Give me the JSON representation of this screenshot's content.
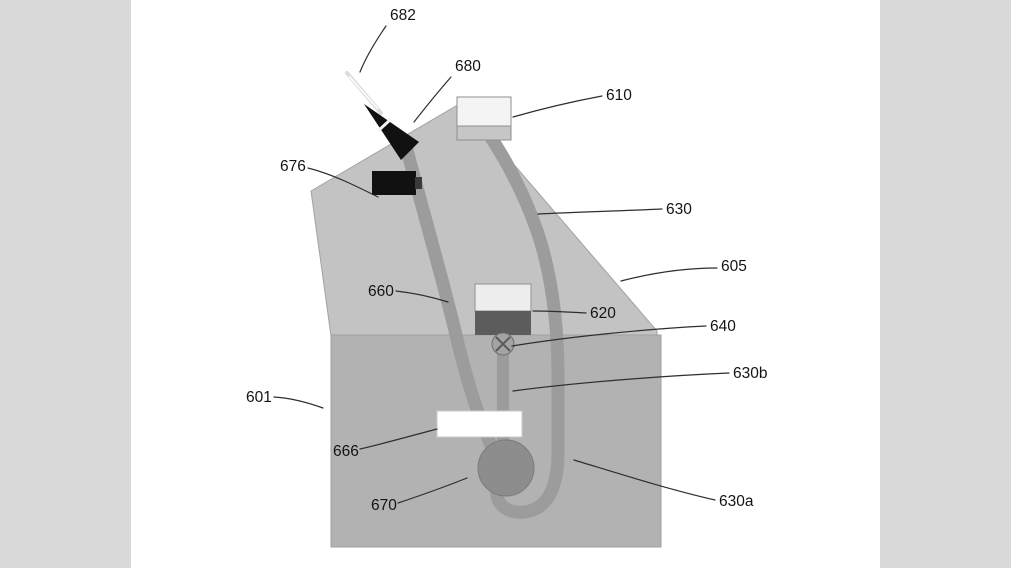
{
  "figure": {
    "kind": "patent-style technical diagram of fluid-handling device",
    "labels": {
      "r682": "682",
      "r680": "680",
      "r610": "610",
      "r676": "676",
      "r630": "630",
      "r605": "605",
      "r660": "660",
      "r620": "620",
      "r640": "640",
      "r630b": "630b",
      "r601": "601",
      "r666": "666",
      "r670": "670",
      "r630a": "630a"
    },
    "colors": {
      "side_panel": "#d9d9d9",
      "canvas": "#ffffff",
      "upper_housing": "#c3c3c3",
      "lower_housing": "#b2b2b2",
      "tube": "#9c9c9c",
      "component_dark": "#111111",
      "box_white": "#f4f4f4",
      "bright_white": "#ffffff",
      "box_610_band": "#c6c6c6",
      "box_620_top": "#ededed",
      "box_620_bottom": "#5c5c5c",
      "valve": "#a3a3a3",
      "pump_circle": "#8d8d8d",
      "needle": "#dcdcdc"
    }
  }
}
